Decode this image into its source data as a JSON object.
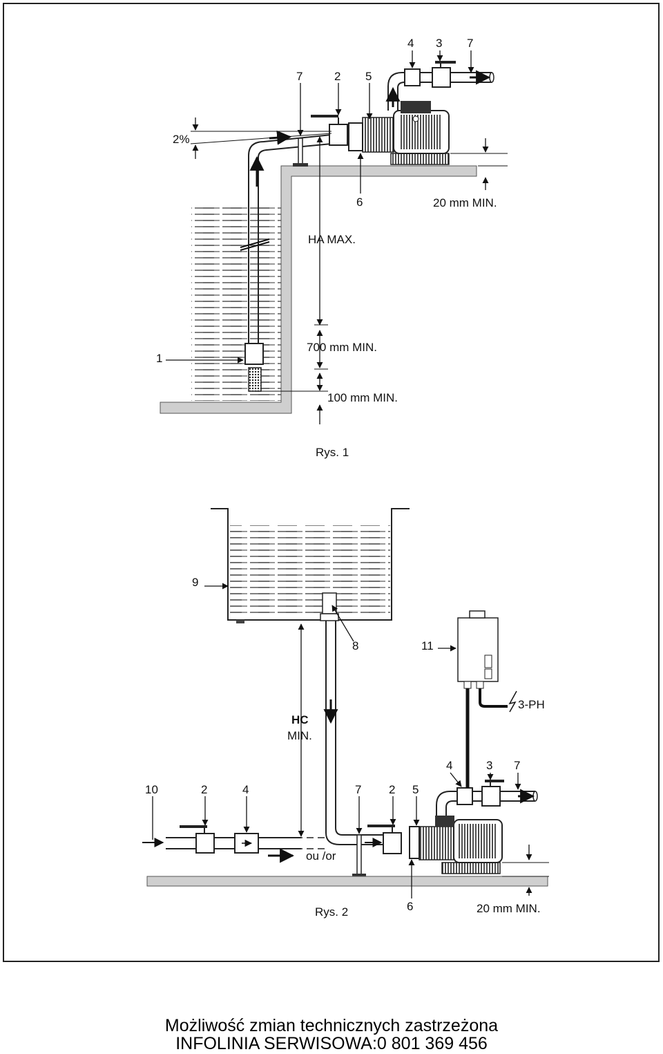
{
  "fig1": {
    "caption": "Rys. 1",
    "labels": {
      "n4": "4",
      "n3": "3",
      "n7a": "7",
      "n7b": "7",
      "n2": "2",
      "n5": "5",
      "n6": "6",
      "n1": "1",
      "slope": "2%",
      "ha_max": "HA MAX.",
      "min20": "20 mm MIN.",
      "min700": "700 mm MIN.",
      "min100": "100 mm MIN."
    }
  },
  "fig2": {
    "caption": "Rys. 2",
    "labels": {
      "n9": "9",
      "n8": "8",
      "n11": "11",
      "ph": "3-PH",
      "hc": "HC",
      "hc_min": "MIN.",
      "n4a": "4",
      "n3": "3",
      "n7a": "7",
      "n10": "10",
      "n2a": "2",
      "n4b": "4",
      "n7b": "7",
      "n2b": "2",
      "n5": "5",
      "n6": "6",
      "ou_or": "ou /or",
      "min20": "20 mm MIN."
    }
  },
  "footer": {
    "line1": "Możliwość zmian technicznych zastrzeżona",
    "line2": "INFOLINIA SERWISOWA:0 801 369 456"
  }
}
